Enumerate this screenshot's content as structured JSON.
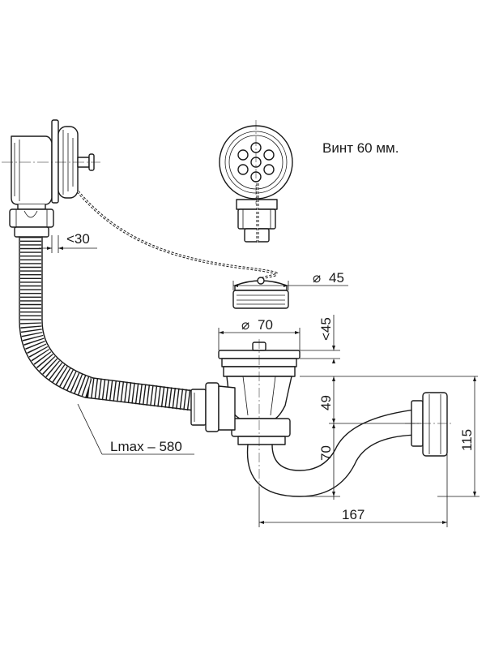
{
  "labels": {
    "screw": "Винт 60 мм.",
    "dim_30": "<30",
    "dim_45_dia": "45",
    "dim_70_dia": "70",
    "dim_45_vert": "<45",
    "dim_49": "49",
    "dim_70_vert": "70",
    "dim_115": "115",
    "dim_167": "167",
    "lmax": "Lmax – 580"
  },
  "symbols": {
    "diameter": "⌀"
  },
  "colors": {
    "line": "#1a1a1a",
    "background": "#ffffff"
  }
}
